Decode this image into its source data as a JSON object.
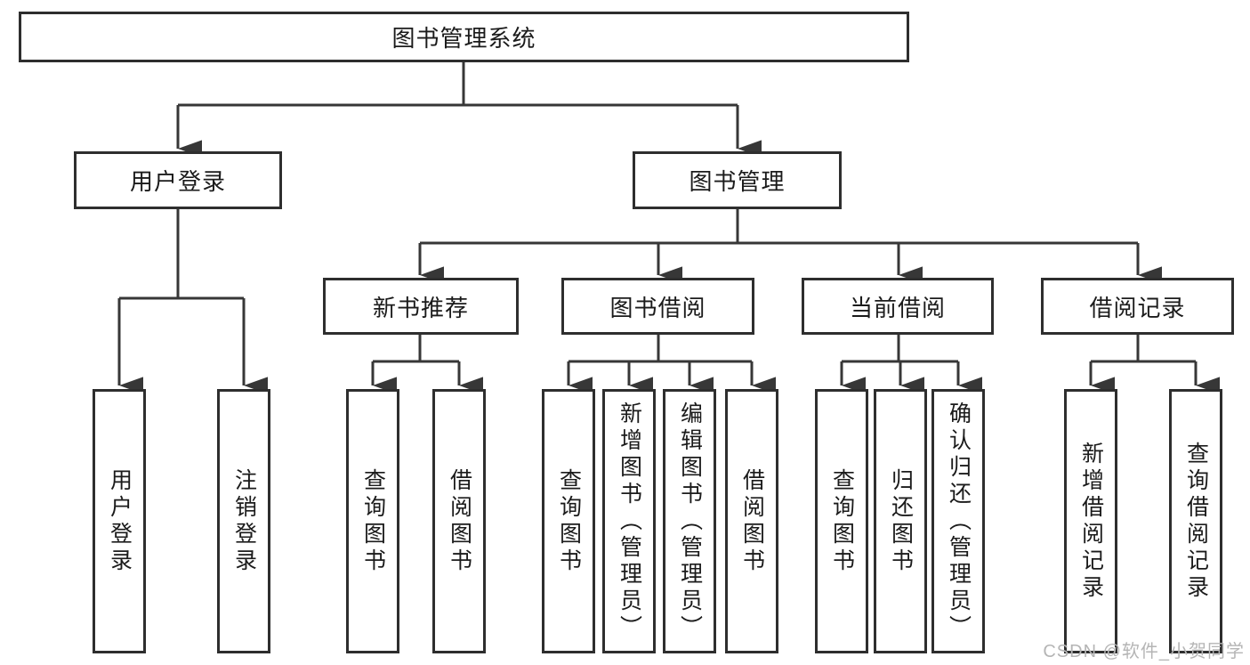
{
  "colors": {
    "line": "#373737",
    "box_border": "#2e2e2e",
    "text": "#1b1b1b",
    "background": "#ffffff",
    "watermark": "#b5b5b5"
  },
  "watermark": "CSDN @软件_小贺同学",
  "tree": {
    "root": "图书管理系统",
    "children": [
      {
        "label": "用户登录",
        "children": [
          "用户登录",
          "注销登录"
        ]
      },
      {
        "label": "图书管理",
        "children": [
          {
            "label": "新书推荐",
            "children": [
              "查询图书",
              "借阅图书"
            ]
          },
          {
            "label": "图书借阅",
            "children": [
              "查询图书",
              "新增图书（管理员）",
              "编辑图书（管理员）",
              "借阅图书"
            ]
          },
          {
            "label": "当前借阅",
            "children": [
              "查询图书",
              "归还图书",
              "确认归还（管理员）"
            ]
          },
          {
            "label": "借阅记录",
            "children": [
              "新增借阅记录",
              "查询借阅记录"
            ]
          }
        ]
      }
    ]
  }
}
